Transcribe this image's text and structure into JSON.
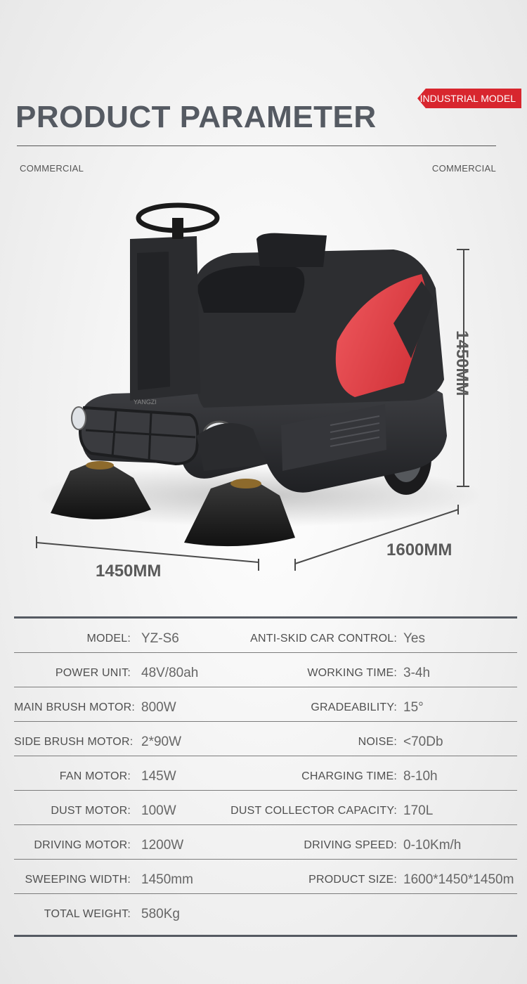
{
  "badge": "INDUSTRIAL MODEL",
  "title": "PRODUCT PARAMETER",
  "subtitle_left": "COMMERCIAL",
  "subtitle_right": "COMMERCIAL",
  "machine": {
    "brand": "YANGZI",
    "height_label": "1450MM",
    "length_label": "1600MM",
    "width_label": "1450MM",
    "colors": {
      "body": "#2c2d30",
      "accent": "#d8262e"
    }
  },
  "specs": [
    {
      "left_label": "MODEL:",
      "left_value": "YZ-S6",
      "right_label": "ANTI-SKID CAR CONTROL:",
      "right_value": "Yes"
    },
    {
      "left_label": "POWER UNIT:",
      "left_value": "48V/80ah",
      "right_label": "WORKING TIME:",
      "right_value": "3-4h"
    },
    {
      "left_label": "MAIN BRUSH MOTOR:",
      "left_value": "800W",
      "right_label": "GRADEABILITY:",
      "right_value": "15°"
    },
    {
      "left_label": "SIDE BRUSH MOTOR:",
      "left_value": "2*90W",
      "right_label": "NOISE:",
      "right_value": "<70Db"
    },
    {
      "left_label": "FAN MOTOR:",
      "left_value": "145W",
      "right_label": "CHARGING TIME:",
      "right_value": "8-10h"
    },
    {
      "left_label": "DUST MOTOR:",
      "left_value": "100W",
      "right_label": "DUST COLLECTOR CAPACITY:",
      "right_value": "170L"
    },
    {
      "left_label": "DRIVING MOTOR:",
      "left_value": "1200W",
      "right_label": "DRIVING SPEED:",
      "right_value": "0-10Km/h"
    },
    {
      "left_label": "SWEEPING WIDTH:",
      "left_value": "1450mm",
      "right_label": "PRODUCT SIZE:",
      "right_value": "1600*1450*1450m"
    },
    {
      "left_label": "TOTAL WEIGHT:",
      "left_value": "580Kg",
      "right_label": "",
      "right_value": ""
    }
  ]
}
